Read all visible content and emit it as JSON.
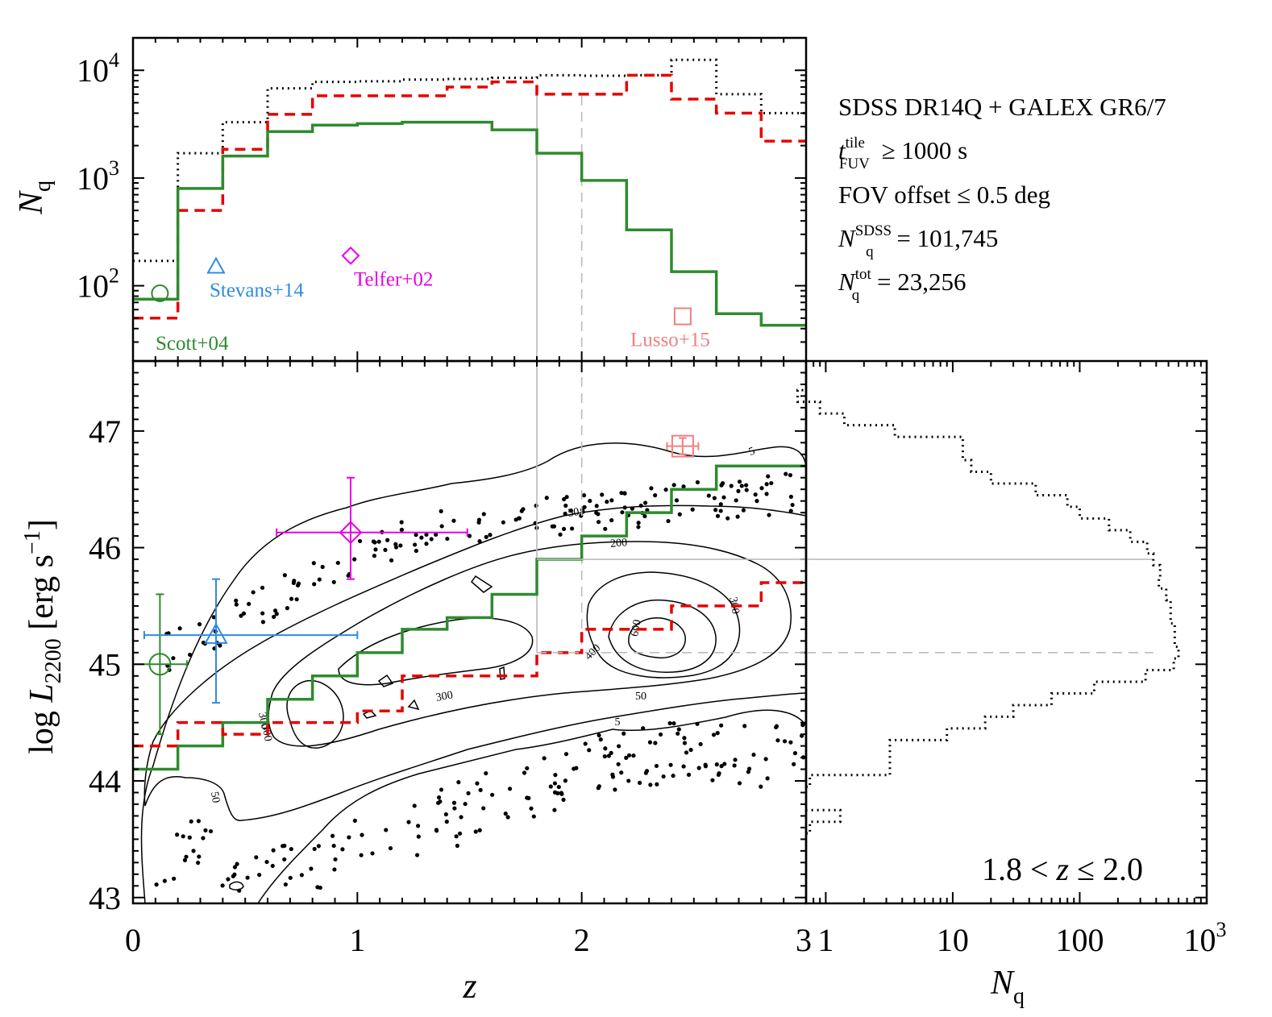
{
  "chart_data": [
    {
      "panel": "top",
      "type": "line",
      "ylabel": "N",
      "ylabel_sub": "q",
      "yscale": "log",
      "xlim": [
        0,
        3
      ],
      "ylim": [
        20,
        20000
      ],
      "ytick_labels": [
        {
          "base": "10",
          "exp": "2"
        },
        {
          "base": "10",
          "exp": "3"
        },
        {
          "base": "10",
          "exp": "4"
        }
      ],
      "series": [
        {
          "style": "dotted-black",
          "bins": [
            0,
            0.2,
            0.4,
            0.6,
            0.8,
            1.0,
            1.2,
            1.4,
            1.6,
            1.8,
            2.0,
            2.2,
            2.4,
            2.6,
            2.8,
            3.0
          ],
          "values": [
            170,
            1700,
            3300,
            6800,
            7800,
            7900,
            8200,
            8300,
            8500,
            9000,
            8900,
            9000,
            12500,
            6000,
            4000
          ]
        },
        {
          "style": "dashed-red",
          "bins": [
            0,
            0.2,
            0.4,
            0.6,
            0.8,
            1.0,
            1.2,
            1.4,
            1.6,
            1.8,
            2.0,
            2.2,
            2.4,
            2.6,
            2.8,
            3.0
          ],
          "values": [
            50,
            500,
            1850,
            3900,
            5800,
            5800,
            5800,
            7000,
            7800,
            6000,
            6000,
            9000,
            5400,
            4000,
            2200
          ]
        },
        {
          "style": "solid-green",
          "bins": [
            0,
            0.2,
            0.4,
            0.6,
            0.8,
            1.0,
            1.2,
            1.4,
            1.6,
            1.8,
            2.0,
            2.2,
            2.4,
            2.6,
            2.8,
            3.0
          ],
          "values": [
            75,
            800,
            1600,
            2700,
            3100,
            3200,
            3300,
            3300,
            2800,
            1700,
            950,
            330,
            135,
            55,
            43
          ]
        }
      ],
      "points": [
        {
          "label": "Scott+04",
          "marker": "circle",
          "color": "#2e8b2e",
          "x": 0.12,
          "y": 85
        },
        {
          "label": "Stevans+14",
          "marker": "triangle",
          "color": "#2f8ce0",
          "x": 0.37,
          "y": 150
        },
        {
          "label": "Telfer+02",
          "marker": "diamond",
          "color": "#e600e6",
          "x": 0.97,
          "y": 190
        },
        {
          "label": "Lusso+15",
          "marker": "square",
          "color": "#f08080",
          "x": 2.45,
          "y": 52
        }
      ],
      "annotations": [
        {
          "text": "SDSS DR14Q + GALEX GR6/7"
        },
        {
          "text": "t",
          "sup": "tile",
          "sub": "FUV",
          "rest": " ≥ 1000 s"
        },
        {
          "text": "FOV offset ≤ 0.5 deg"
        },
        {
          "text": "N",
          "sup": "SDSS",
          "sub": "q",
          "rest": " = 101,745"
        },
        {
          "text": "N",
          "sup": "tot",
          "sub": "q",
          "rest": " = 23,256"
        }
      ]
    },
    {
      "panel": "main",
      "type": "scatter",
      "xlabel": "z",
      "ylabel": "log L",
      "ylabel_sub": "2200",
      "ylabel_unit": " [erg s",
      "ylabel_unit_sup": "−1",
      "ylabel_unit_end": "]",
      "xlim": [
        0,
        3
      ],
      "ylim": [
        42.95,
        47.6
      ],
      "xticks": [
        "0",
        "1",
        "2",
        "3"
      ],
      "yticks": [
        "43",
        "44",
        "45",
        "46",
        "47"
      ],
      "steps": [
        {
          "style": "solid-green",
          "edges": [
            0,
            0.2,
            0.4,
            0.6,
            0.8,
            1.0,
            1.2,
            1.4,
            1.6,
            1.8,
            2.0,
            2.2,
            2.4,
            2.6,
            2.8,
            3.0
          ],
          "values": [
            44.1,
            44.3,
            44.5,
            44.7,
            44.9,
            45.1,
            45.3,
            45.4,
            45.6,
            45.9,
            46.1,
            46.3,
            46.5,
            46.7,
            46.7
          ]
        },
        {
          "style": "dashed-red",
          "edges": [
            0,
            0.2,
            0.4,
            0.6,
            0.8,
            1.0,
            1.2,
            1.4,
            1.6,
            1.8,
            2.0,
            2.2,
            2.4,
            2.6,
            2.8,
            3.0
          ],
          "values": [
            44.3,
            44.5,
            44.4,
            44.5,
            44.5,
            44.6,
            44.9,
            44.9,
            44.9,
            45.1,
            45.3,
            45.3,
            45.5,
            45.5,
            45.7
          ]
        }
      ],
      "contour_labels": [
        "5",
        "50",
        "200",
        "300",
        "400",
        "600",
        "300",
        "50",
        "5",
        "50",
        "300",
        "300"
      ],
      "points": [
        {
          "label": "Scott+04",
          "marker": "circle",
          "color": "#2e8b2e",
          "x": 0.12,
          "y": 45.0,
          "xerr": [
            0.12,
            0.12
          ],
          "yerr": [
            0.6,
            0.6
          ]
        },
        {
          "label": "Stevans+14",
          "marker": "triangle",
          "color": "#2f8ce0",
          "x": 0.37,
          "y": 45.25,
          "xerr": [
            0.32,
            0.63
          ],
          "yerr": [
            0.58,
            0.48
          ]
        },
        {
          "label": "Telfer+02",
          "marker": "diamond",
          "color": "#e600e6",
          "x": 0.97,
          "y": 46.13,
          "xerr": [
            0.33,
            0.52
          ],
          "yerr": [
            0.4,
            0.47
          ]
        },
        {
          "label": "Lusso+15",
          "marker": "square",
          "color": "#f08080",
          "x": 2.45,
          "y": 46.87,
          "xerr": [
            0.07,
            0.07
          ],
          "yerr": [
            0.07,
            0.07
          ]
        }
      ],
      "vlines": [
        {
          "x": 1.8,
          "style": "solid-grey"
        },
        {
          "x": 2.0,
          "style": "dashed-grey"
        }
      ],
      "hlines": [
        {
          "y": 45.9,
          "style": "solid-grey"
        },
        {
          "y": 45.1,
          "style": "dashed-grey"
        }
      ]
    },
    {
      "panel": "right",
      "type": "line",
      "xlabel": "N",
      "xlabel_sub": "q",
      "xscale": "log",
      "xlim": [
        0.7,
        1000
      ],
      "ylim": [
        42.95,
        47.6
      ],
      "xticks": [
        {
          "base": "1"
        },
        {
          "base": "10"
        },
        {
          "base": "100"
        },
        {
          "base": "10",
          "exp": "3"
        }
      ],
      "annotation": {
        "pre": "1.8 < ",
        "var": "z",
        "post": " ≤ 2.0"
      },
      "histogram": {
        "style": "dotted-black",
        "y": [
          43.6,
          43.7,
          44.0,
          44.1,
          44.2,
          44.3,
          44.4,
          44.5,
          44.6,
          44.7,
          44.8,
          44.9,
          45.0,
          45.1,
          45.2,
          45.3,
          45.4,
          45.5,
          45.6,
          45.7,
          45.8,
          45.9,
          46.0,
          46.1,
          46.2,
          46.3,
          46.4,
          46.5,
          46.6,
          46.7,
          46.8,
          46.9,
          47.0,
          47.1,
          47.2,
          47.3
        ],
        "n": [
          0.75,
          1.3,
          0.75,
          3.2,
          3.2,
          3.2,
          9,
          18,
          30,
          60,
          130,
          330,
          550,
          600,
          560,
          560,
          520,
          520,
          480,
          420,
          430,
          380,
          340,
          250,
          170,
          100,
          80,
          45,
          20,
          14,
          12,
          12,
          3.5,
          1.4,
          0.9,
          0.6
        ]
      }
    }
  ]
}
